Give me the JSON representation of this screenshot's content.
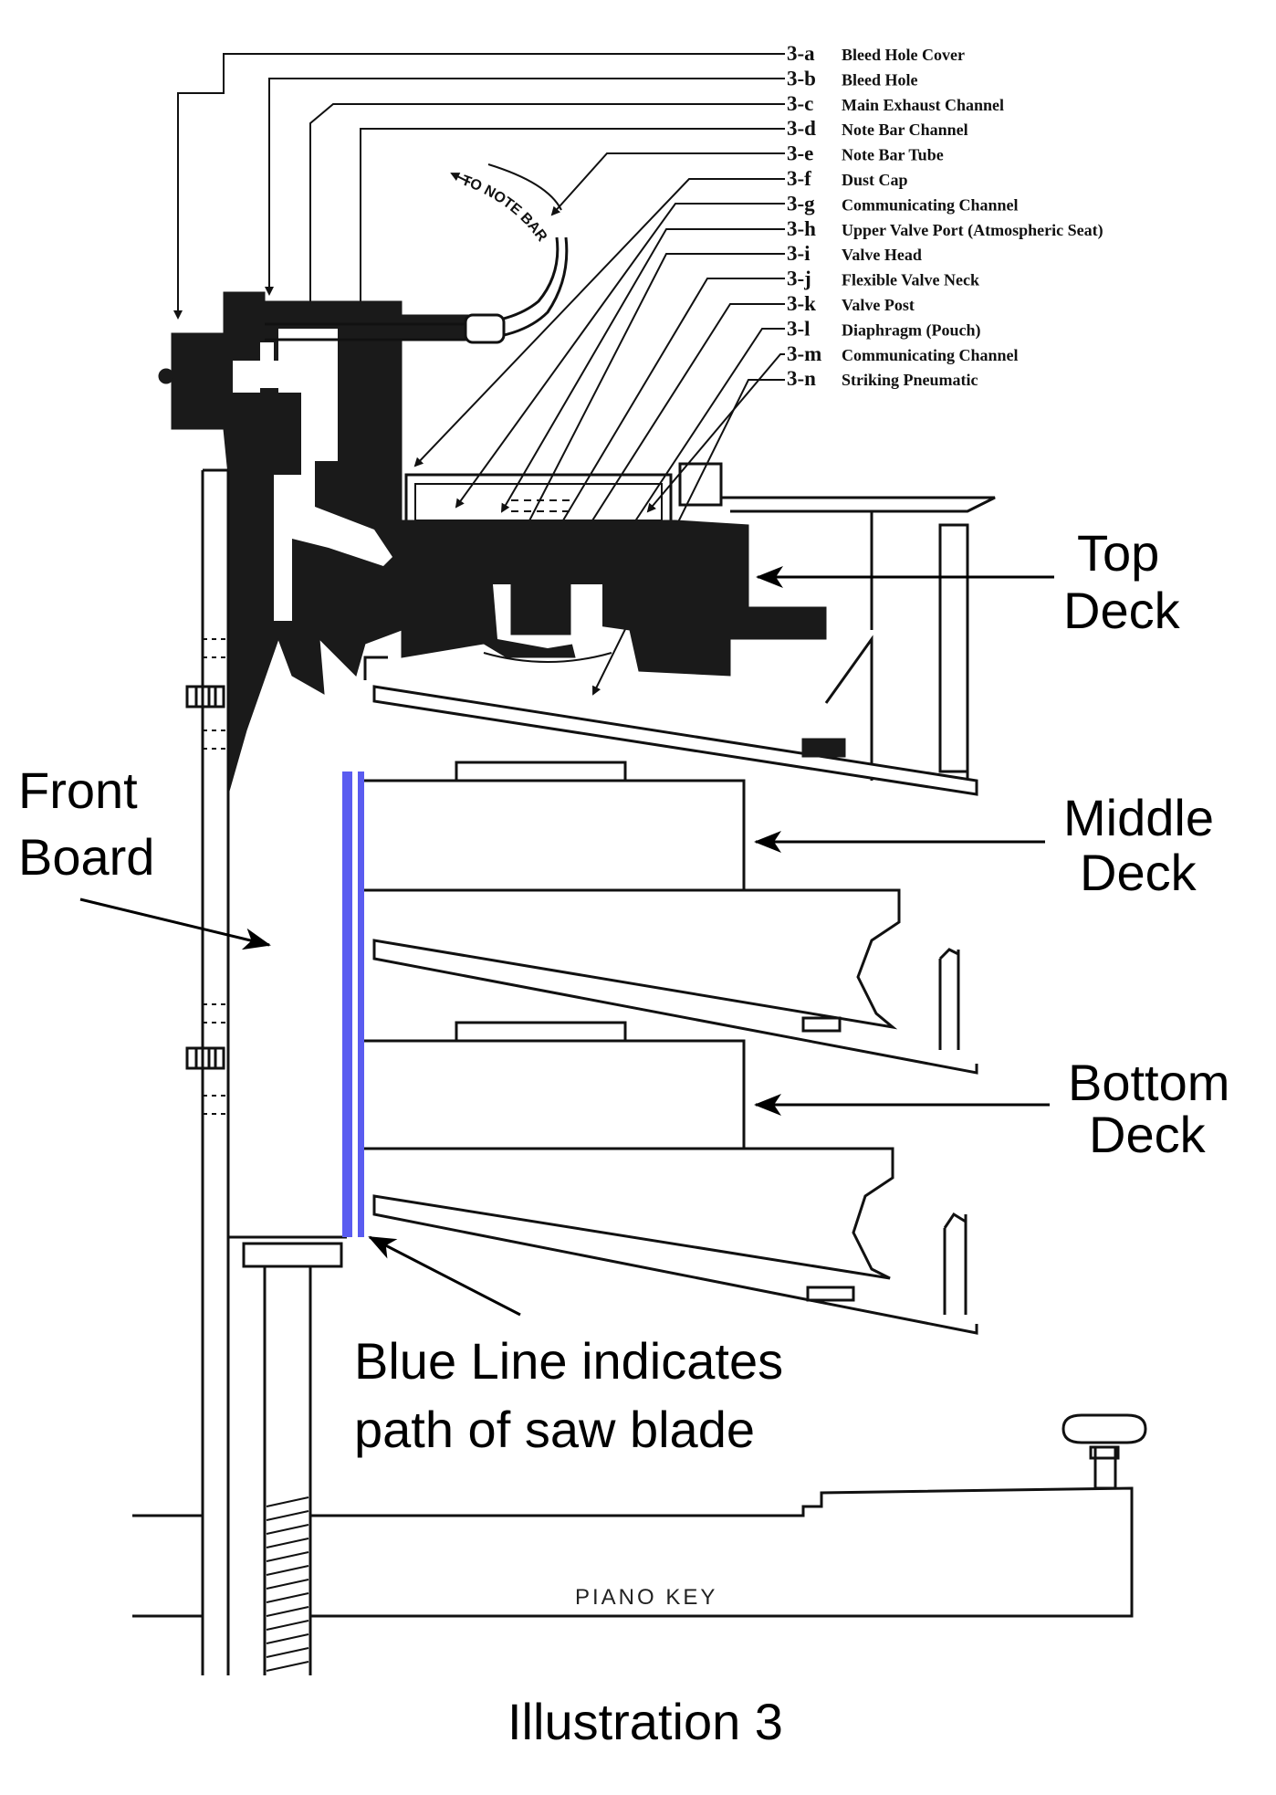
{
  "legend": [
    {
      "code": "3-a",
      "text": "Bleed Hole Cover"
    },
    {
      "code": "3-b",
      "text": "Bleed Hole"
    },
    {
      "code": "3-c",
      "text": "Main Exhaust Channel"
    },
    {
      "code": "3-d",
      "text": "Note Bar Channel"
    },
    {
      "code": "3-e",
      "text": "Note Bar Tube"
    },
    {
      "code": "3-f",
      "text": "Dust Cap"
    },
    {
      "code": "3-g",
      "text": "Communicating Channel"
    },
    {
      "code": "3-h",
      "text": "Upper Valve Port (Atmospheric Seat)"
    },
    {
      "code": "3-i",
      "text": "Valve Head"
    },
    {
      "code": "3-j",
      "text": "Flexible Valve Neck"
    },
    {
      "code": "3-k",
      "text": "Valve Post"
    },
    {
      "code": "3-l",
      "text": "Diaphragm (Pouch)"
    },
    {
      "code": "3-m",
      "text": "Communicating Channel"
    },
    {
      "code": "3-n",
      "text": "Striking Pneumatic"
    }
  ],
  "labels": {
    "to_note_bar": "TO NOTE BAR",
    "top_deck": [
      "Top",
      "Deck"
    ],
    "middle_deck": [
      "Middle",
      "Deck"
    ],
    "bottom_deck": [
      "Bottom",
      "Deck"
    ],
    "front_board": [
      "Front",
      "Board"
    ],
    "blue_line": [
      "Blue Line indicates",
      "path of saw blade"
    ],
    "piano_key": "PIANO KEY",
    "caption": "Illustration 3"
  },
  "colors": {
    "ink": "#111111",
    "saw_blade_line": "#5a5cf0",
    "background": "#ffffff"
  }
}
